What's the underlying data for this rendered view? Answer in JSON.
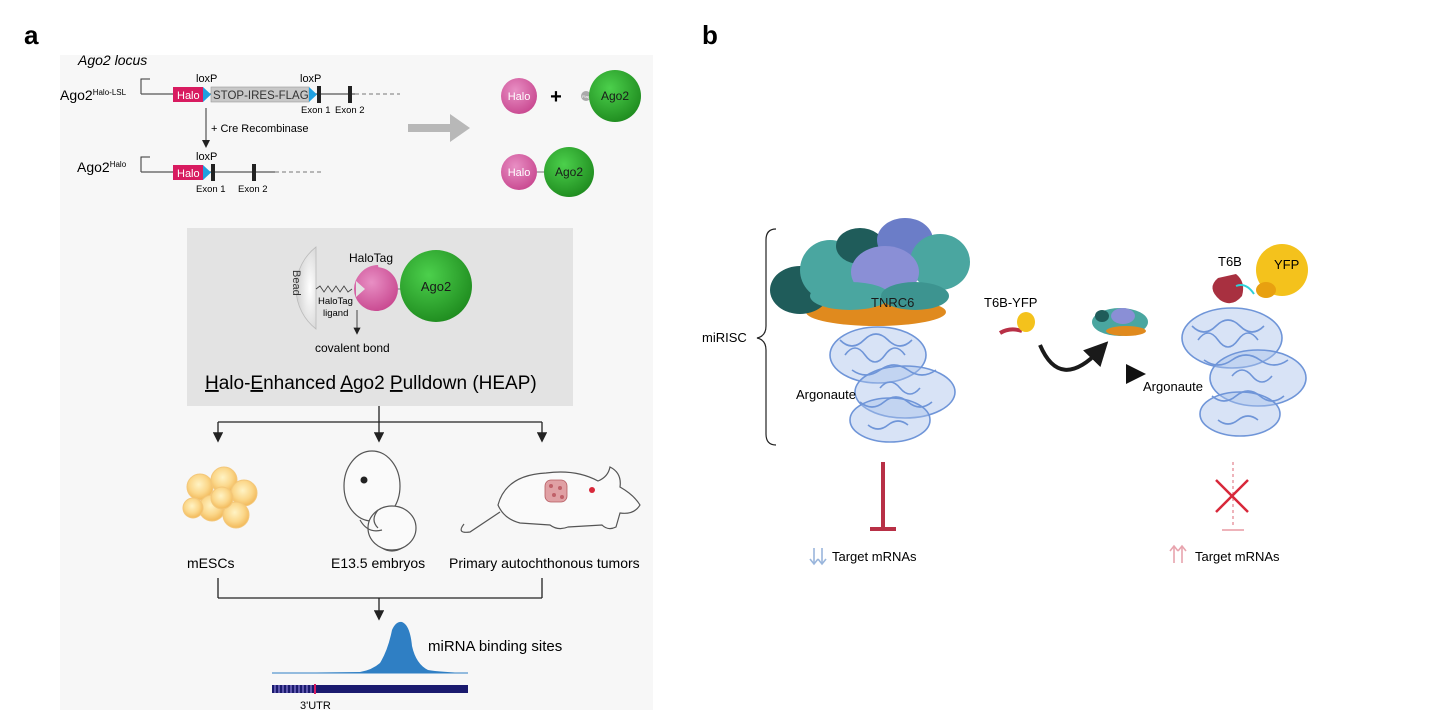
{
  "panel_a": {
    "label": "a",
    "locus_title": "Ago2 locus",
    "allele_lsl": "Ago2",
    "allele_lsl_sup": "Halo-LSL",
    "allele_halo": "Ago2",
    "allele_halo_sup": "Halo",
    "loxp": "loxP",
    "halo_box": "Halo",
    "stop_cassette": "STOP-IRES-FLAG",
    "exon1": "Exon 1",
    "exon2": "Exon 2",
    "cre_step": "+ Cre Recombinase",
    "plus": "+",
    "flag": "Flag",
    "halo_protein": "Halo",
    "ago2_protein": "Ago2",
    "bead": "Bead",
    "halotag": "HaloTag",
    "halotag_ligand_1": "HaloTag",
    "halotag_ligand_2": "ligand",
    "covalent_bond": "covalent bond",
    "heap": [
      {
        "u": "H",
        "t": "alo-"
      },
      {
        "u": "E",
        "t": "nhanced "
      },
      {
        "u": "A",
        "t": "go2 "
      },
      {
        "u": "P",
        "t": "ulldown (HEAP)"
      }
    ],
    "sample_mescs": "mESCs",
    "sample_embryos": "E13.5 embryos",
    "sample_tumors": "Primary autochthonous tumors",
    "mirna_sites": "miRNA binding sites",
    "utr": "3'UTR"
  },
  "panel_b": {
    "label": "b",
    "mirisc": "miRISC",
    "tnrc6": "TNRC6",
    "argonaute_left": "Argonaute",
    "argonaute_right": "Argonaute",
    "t6b_yfp": "T6B-YFP",
    "t6b": "T6B",
    "yfp": "YFP",
    "target_left": "Target mRNAs",
    "target_right": "Target mRNAs"
  },
  "colors": {
    "halo_magenta": "#d81b60",
    "halo_pink": "#d45fa3",
    "ago2_green": "#2eaa2e",
    "loxp_blue": "#1fa0e0",
    "argonaute_blue": "#6f95d8",
    "tnrc6_orange": "#e08a1e",
    "teal": "#4aa6a0",
    "dark_teal": "#1f5c5a",
    "lavender": "#8a8fd6",
    "inhibit_red": "#b83046",
    "peak_blue": "#2f7fc4",
    "utr_navy": "#1a1a6e"
  }
}
